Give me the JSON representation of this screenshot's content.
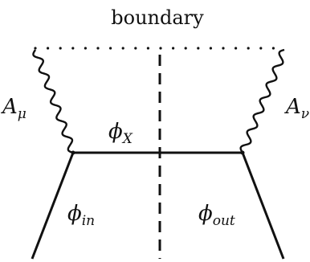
{
  "diagram": {
    "boundary_label": "boundary",
    "fields": {
      "a_mu": {
        "symbol": "A",
        "index": "μ"
      },
      "a_nu": {
        "symbol": "A",
        "index": "ν"
      },
      "phi_x": {
        "symbol": "ϕ",
        "index": "X"
      },
      "phi_in": {
        "symbol": "ϕ",
        "index": "in"
      },
      "phi_out": {
        "symbol": "ϕ",
        "index": "out"
      }
    },
    "colors": {
      "ink": "#111111",
      "background": "#ffffff"
    }
  }
}
